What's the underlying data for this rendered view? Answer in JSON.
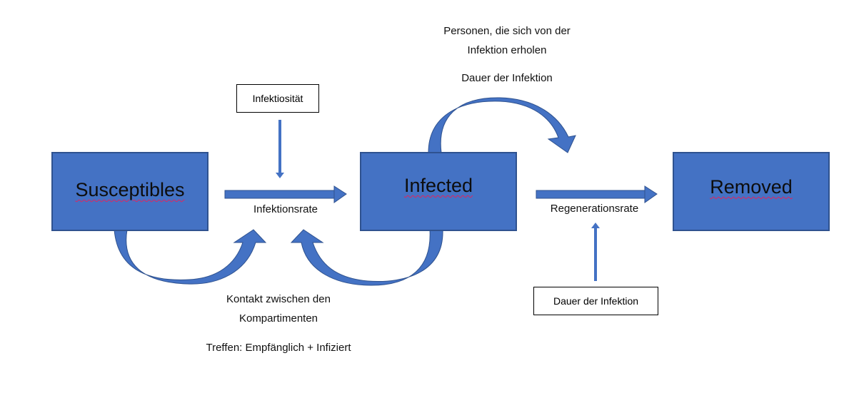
{
  "compartments": {
    "susceptibles": "Susceptibles",
    "infected": "Infected",
    "removed": "Removed"
  },
  "rates": {
    "infection_rate": "Infektionsrate",
    "recovery_rate": "Regenerationsrate"
  },
  "inputs": {
    "infectiousness": "Infektiosität",
    "duration_box": "Dauer der Infektion"
  },
  "annotations": {
    "top_line1": "Personen, die sich von der",
    "top_line2": "Infektion erholen",
    "top_line3": "Dauer der Infektion",
    "bottom_line1": "Kontakt zwischen den",
    "bottom_line2": "Kompartimenten",
    "bottom_line3": "Treffen: Empfänglich + Infiziert"
  },
  "colors": {
    "fill": "#4472c4",
    "stroke": "#2f528f"
  }
}
